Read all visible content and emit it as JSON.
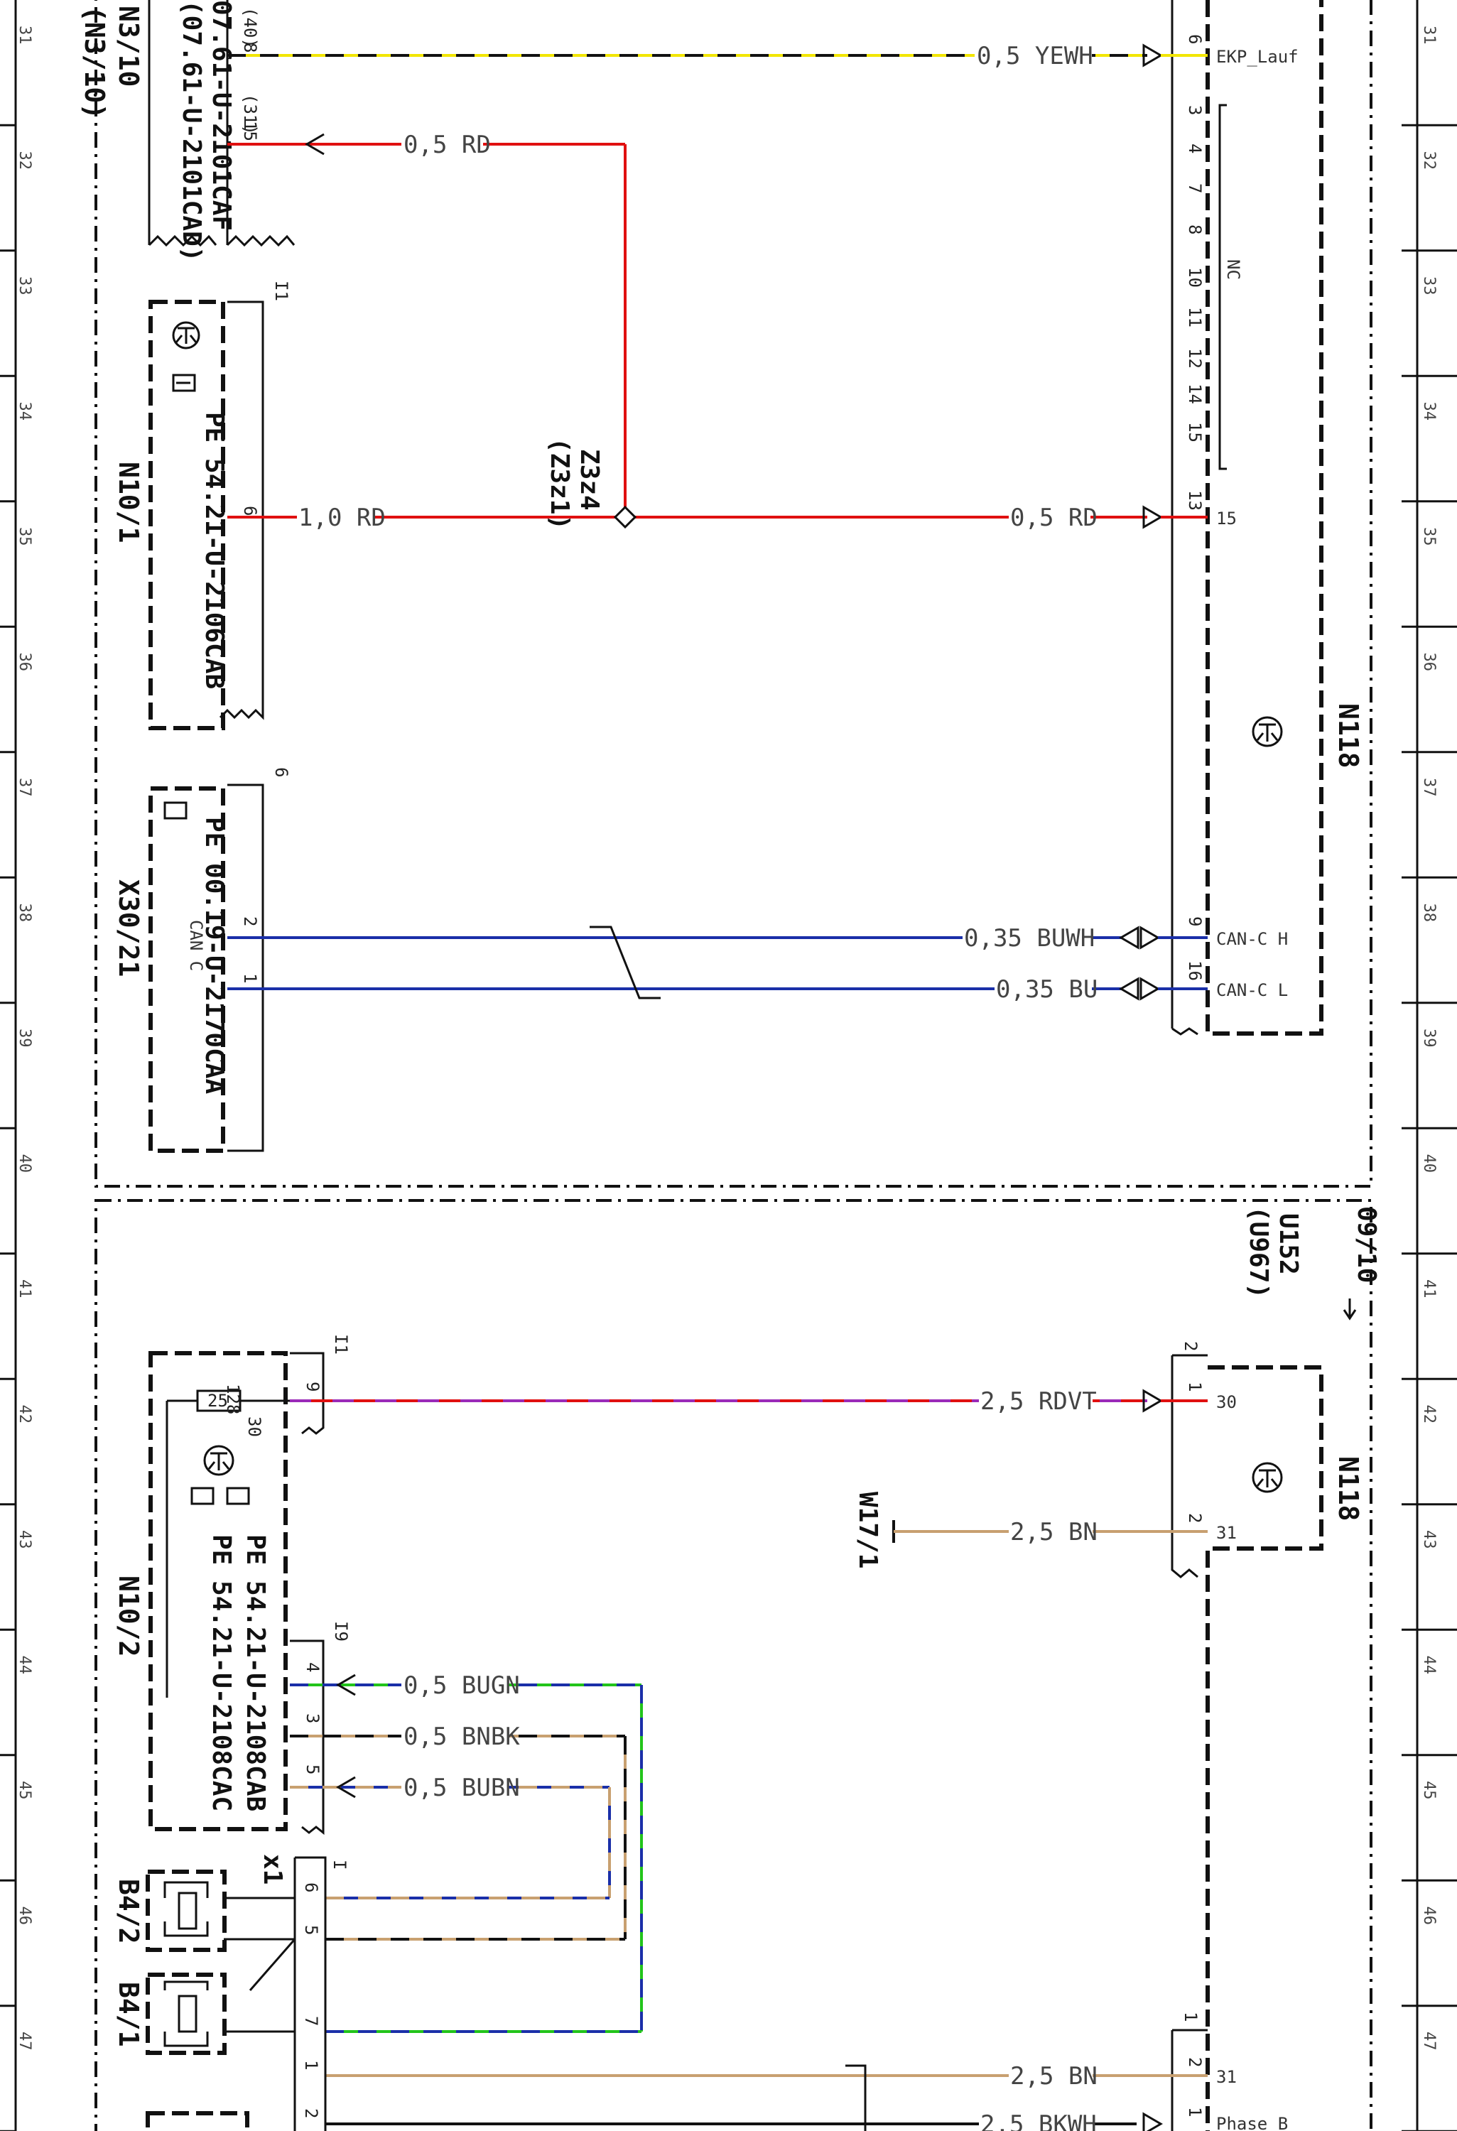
{
  "grid_numbers": [
    "31",
    "32",
    "33",
    "34",
    "35",
    "36",
    "37",
    "38",
    "39",
    "40",
    "41",
    "42",
    "43",
    "44",
    "45",
    "46",
    "47"
  ],
  "colors": {
    "red": "#e01010",
    "yellow": "#f2e600",
    "blue": "#1a2fa8",
    "green": "#22c41a",
    "brown": "#c8a070",
    "violet": "#9a2ab8",
    "black": "#111111"
  },
  "top_section": {
    "left_component_labels": [
      "N3/10",
      "(N3/10)"
    ],
    "left_part_numbers": [
      "07.61-U-2101CAF",
      "(07.61-U-2101CAD)"
    ],
    "n10_1": {
      "name": "N10/1",
      "ref": "PE 54.21-U-2106CAB",
      "pin_group": "I1",
      "pin": "6"
    },
    "x30_21": {
      "name": "X30/21",
      "ref": "PE 00.19-U-2170CAA",
      "group": "6",
      "bus_label": "CAN C",
      "pins": [
        "2",
        "1"
      ]
    },
    "n118": {
      "name": "N118",
      "nc_label": "NC"
    },
    "wires": [
      {
        "from_pin": "8",
        "from_pin_alt": "(40)",
        "label": "0,5 YEWH",
        "to_pin": "6",
        "signal": "EKP_Lauf"
      },
      {
        "from_pin": "15",
        "from_pin_alt": "(31)",
        "label": "0,5 RD"
      },
      {
        "from_pin": "6",
        "label": "1,0 RD"
      },
      {
        "label": "0,5 RD",
        "to_pin": "13",
        "signal": "15"
      },
      {
        "from_pin": "2",
        "label": "0,35 BUWH",
        "to_pin": "9",
        "signal": "CAN-C H"
      },
      {
        "from_pin": "1",
        "label": "0,35 BU",
        "to_pin": "16",
        "signal": "CAN-C L"
      }
    ],
    "nc_pins": [
      "3",
      "4",
      "7",
      "8",
      "10",
      "11",
      "12",
      "14",
      "15"
    ],
    "splice": [
      "Z3z4",
      "(Z3z1)"
    ]
  },
  "bottom_section": {
    "location": [
      "U152",
      "(U967)"
    ],
    "page_ref": "09/10",
    "n10_2": {
      "name": "N10/2",
      "refs": [
        "PE 54.21-U-2108CAB",
        "PE 54.21-U-2108CAC"
      ],
      "fuse": "25",
      "fuse_pins": [
        "128",
        "30"
      ],
      "groups": [
        "I1",
        "I9"
      ]
    },
    "n118": {
      "name": "N118",
      "groups": [
        "2",
        "1"
      ]
    },
    "w17_1": "W17/1",
    "x1": {
      "name": "x1",
      "group": "I",
      "pins": [
        "6",
        "5",
        "7",
        "1",
        "2"
      ]
    },
    "sensors": [
      "B4/2",
      "B4/1"
    ],
    "wires": [
      {
        "from_pin": "9",
        "label": "2,5 RDVT",
        "to_pin": "1",
        "signal": "30"
      },
      {
        "label": "2,5 BN",
        "to_pin": "2",
        "signal": "31"
      },
      {
        "from_pin": "4",
        "label": "0,5 BUGN"
      },
      {
        "from_pin": "3",
        "label": "0,5 BNBK"
      },
      {
        "from_pin": "5",
        "label": "0,5 BUBN"
      },
      {
        "from_pin": "1",
        "label": "2,5 BN",
        "to_pin": "2",
        "signal": "31"
      },
      {
        "label": "2,5 BKWH",
        "to_pin": "1",
        "signal": "Phase B"
      }
    ]
  }
}
